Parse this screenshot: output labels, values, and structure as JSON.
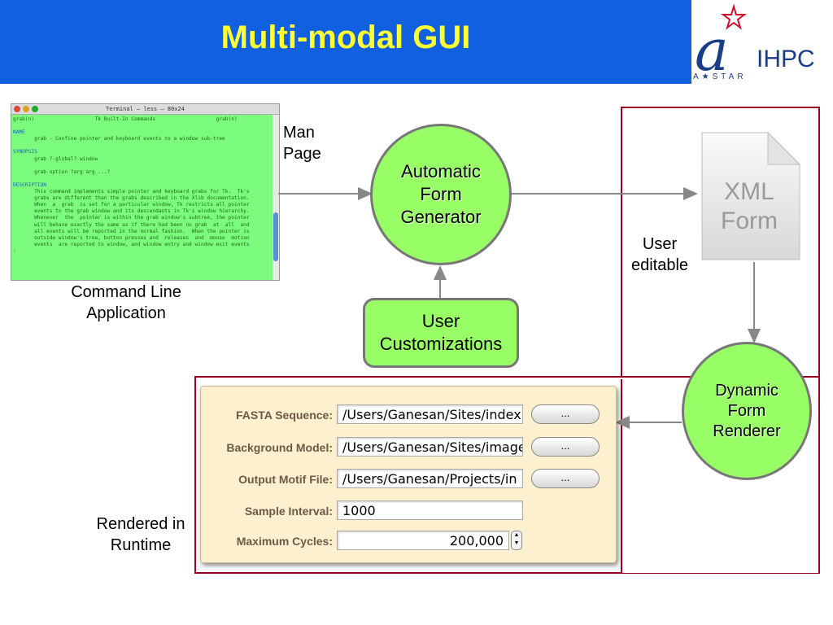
{
  "slide": {
    "title": "Multi-modal GUI",
    "logo": {
      "text": "IHPC",
      "subtext": "A★STAR"
    }
  },
  "terminal": {
    "window_title": "Terminal — less — 80x24",
    "lines": [
      "grab(n)                    Tk Built-In Commands                    grab(n)",
      "",
      "NAME",
      "       grab - Confine pointer and keyboard events to a window sub-tree",
      "",
      "SYNOPSIS",
      "       grab ?-global? window",
      "",
      "       grab option ?arg arg ...?",
      "",
      "DESCRIPTION",
      "       This command implements simple pointer and keyboard grabs for Tk.  Tk's",
      "       grabs are different than the grabs described in the Xlib documentation.",
      "       When  a  grab  is set for a particular window, Tk restricts all pointer",
      "       events to the grab window and its descendants in Tk's window hierarchy.",
      "       Whenever  the  pointer is within the grab window's subtree, the pointer",
      "       will behave exactly the same as if there had been no grab  at  all  and",
      "       all events will be reported in the normal fashion.  When the pointer is",
      "       outside window's tree, button presses and  releases  and  mouse  motion",
      "       events  are reported to window, and window entry and window exit events",
      ":"
    ]
  },
  "labels": {
    "command_line": "Command Line\nApplication",
    "man_page": "Man\nPage",
    "user_editable": "User\neditable",
    "rendered_runtime": "Rendered in\nRuntime"
  },
  "nodes": {
    "auto_form_generator": "Automatic\nForm\nGenerator",
    "user_customizations": "User\nCustomizations",
    "xml_form": "XML\nForm",
    "dynamic_form_renderer": "Dynamic\nForm\nRenderer"
  },
  "form": {
    "fields": [
      {
        "label": "FASTA Sequence:",
        "value": "/Users/Ganesan/Sites/index",
        "button": "..."
      },
      {
        "label": "Background Model:",
        "value": "/Users/Ganesan/Sites/image",
        "button": "..."
      },
      {
        "label": "Output Motif File:",
        "value": "/Users/Ganesan/Projects/in",
        "button": "..."
      },
      {
        "label": "Sample Interval:",
        "value": "1000"
      },
      {
        "label": "Maximum Cycles:",
        "value": "200,000"
      }
    ]
  },
  "colors": {
    "header_bg": "#1060e0",
    "title": "#ffff33",
    "node_fill": "#99ff66",
    "frame": "#990022"
  }
}
